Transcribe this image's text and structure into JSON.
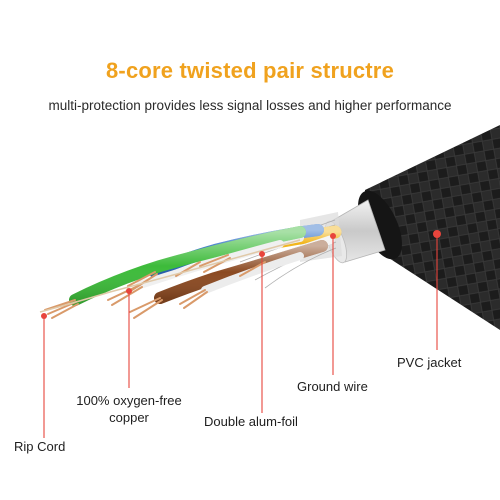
{
  "header": {
    "title": "8-core twisted pair structre",
    "subtitle": "multi-protection provides less signal losses and higher performance"
  },
  "labels": {
    "rip_cord": "Rip Cord",
    "copper_line1": "100% oxygen-free",
    "copper_line2": "copper",
    "alum_foil": "Double alum-foil",
    "ground_wire": "Ground wire",
    "pvc_jacket": "PVC jacket"
  },
  "colors": {
    "title": "#f0a21e",
    "leader": "#e8453c",
    "jacket": "#1d1d1d",
    "foil": "#d9d9d9",
    "green": "#3dbb3a",
    "blue": "#2f6fc8",
    "orange": "#f2b51a",
    "brown": "#8b4a22",
    "copper": "#d99a6a"
  }
}
